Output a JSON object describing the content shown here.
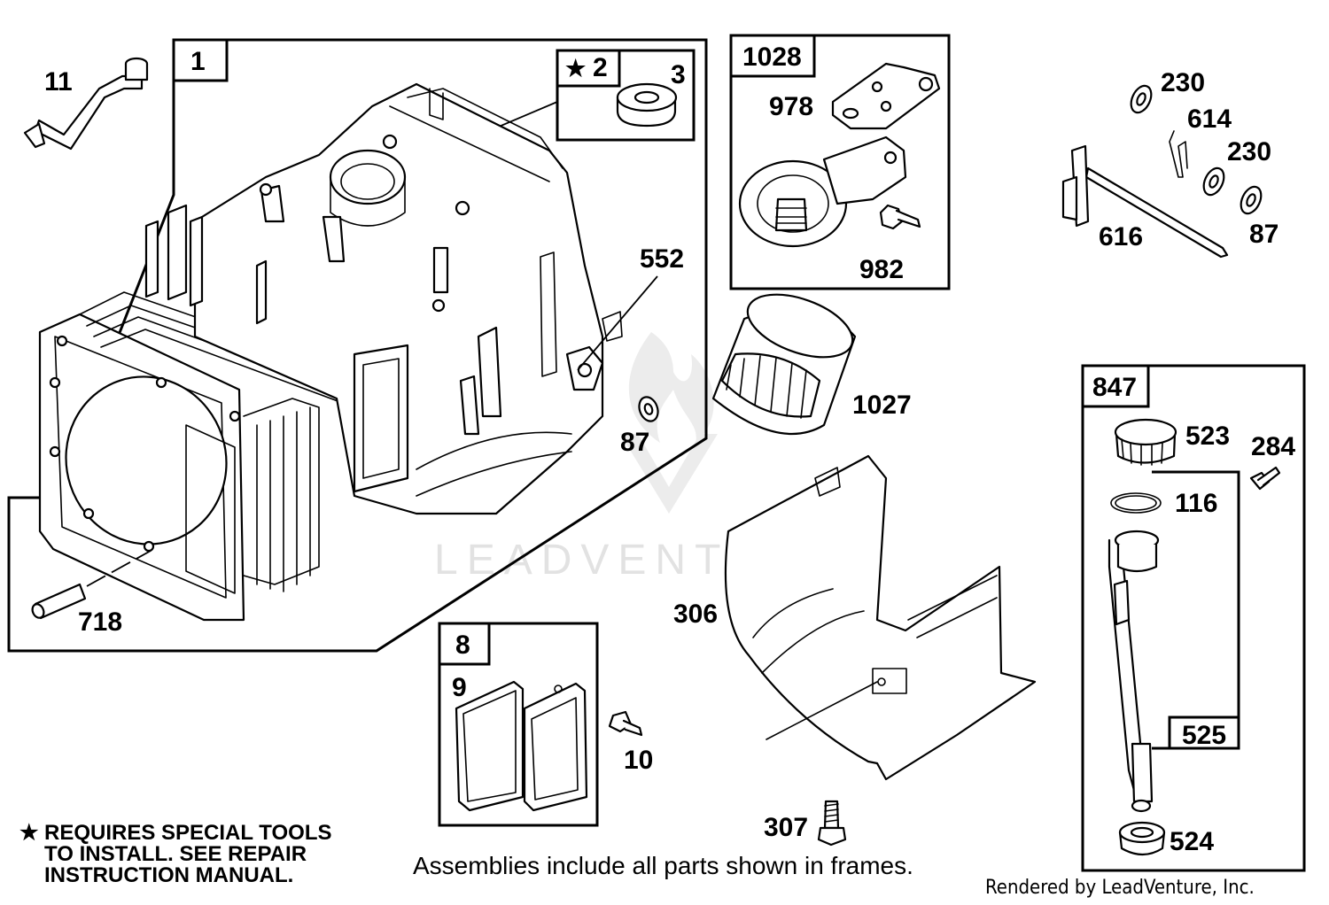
{
  "labels": {
    "p11": "11",
    "p1": "1",
    "p2": "2",
    "p3": "3",
    "p1028": "1028",
    "p978": "978",
    "p982": "982",
    "p230a": "230",
    "p614": "614",
    "p230b": "230",
    "p616": "616",
    "p87a": "87",
    "p552": "552",
    "p87b": "87",
    "p1027": "1027",
    "p847": "847",
    "p523": "523",
    "p284": "284",
    "p116": "116",
    "p525": "525",
    "p524": "524",
    "p306": "306",
    "p307": "307",
    "p8": "8",
    "p9": "9",
    "p10": "10",
    "p718": "718"
  },
  "note": {
    "star": "★",
    "line1": "REQUIRES SPECIAL TOOLS",
    "line2": "TO INSTALL.  SEE REPAIR",
    "line3": "INSTRUCTION MANUAL."
  },
  "caption": "Assemblies include all parts shown in frames.",
  "rendered_by": "Rendered by LeadVenture, Inc.",
  "watermark": "LEADVENTURE",
  "star_symbol": "★"
}
